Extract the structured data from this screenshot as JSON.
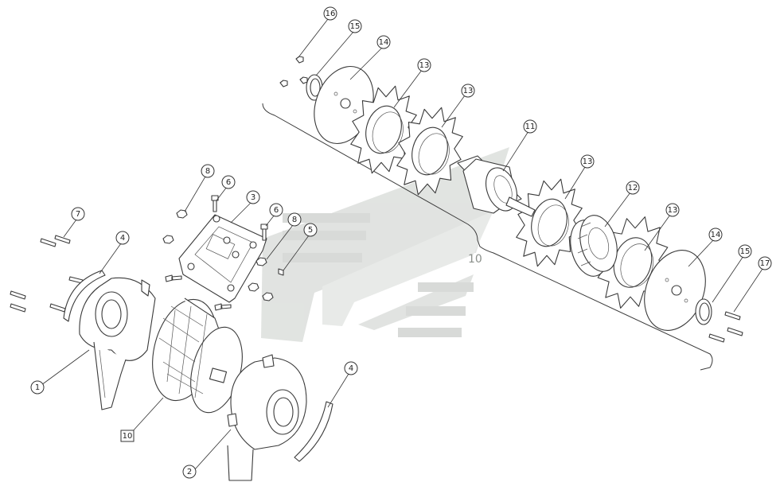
{
  "diagram": {
    "assembly_label": "10",
    "callouts": [
      {
        "id": "c16",
        "label": "16"
      },
      {
        "id": "c15a",
        "label": "15"
      },
      {
        "id": "c14a",
        "label": "14"
      },
      {
        "id": "c13a",
        "label": "13"
      },
      {
        "id": "c13b",
        "label": "13"
      },
      {
        "id": "c11",
        "label": "11"
      },
      {
        "id": "c13c",
        "label": "13"
      },
      {
        "id": "c12",
        "label": "12"
      },
      {
        "id": "c13d",
        "label": "13"
      },
      {
        "id": "c14b",
        "label": "14"
      },
      {
        "id": "c15b",
        "label": "15"
      },
      {
        "id": "c17",
        "label": "17"
      },
      {
        "id": "c8a",
        "label": "8"
      },
      {
        "id": "c6a",
        "label": "6"
      },
      {
        "id": "c3",
        "label": "3"
      },
      {
        "id": "c6b",
        "label": "6"
      },
      {
        "id": "c8b",
        "label": "8"
      },
      {
        "id": "c5",
        "label": "5"
      },
      {
        "id": "c7",
        "label": "7"
      },
      {
        "id": "c4a",
        "label": "4"
      },
      {
        "id": "c1",
        "label": "1"
      },
      {
        "id": "c10",
        "label": "10"
      },
      {
        "id": "c4b",
        "label": "4"
      },
      {
        "id": "c2",
        "label": "2"
      }
    ],
    "colors": {
      "line": "#3a3a3a",
      "watermark": "#c9cdc9",
      "watermark_dark": "#b9bdb9"
    }
  }
}
